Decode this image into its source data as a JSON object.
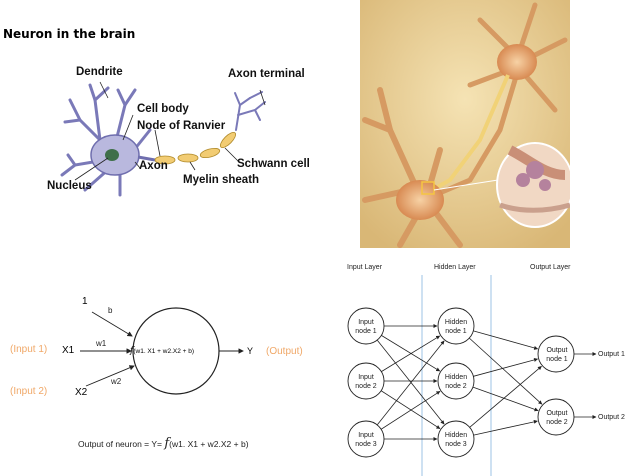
{
  "title": "Neuron in the brain",
  "neuron_labels": {
    "dendrite": "Dendrite",
    "cell_body": "Cell body",
    "node_of_ranvier": "Node of Ranvier",
    "axon_terminal": "Axon terminal",
    "axon": "Axon",
    "schwann_cell": "Schwann cell",
    "nucleus": "Nucleus",
    "myelin_sheath": "Myelin sheath"
  },
  "perceptron": {
    "bias_input": "1",
    "bias_weight": "b",
    "x1": "X1",
    "x2": "X2",
    "w1": "w1",
    "w2": "w2",
    "input1_note": "(Input 1)",
    "input2_note": "(Input 2)",
    "function": "(w1. X1 + w2.X2 + b)",
    "f_symbol": "f",
    "output": "Y",
    "output_note": "(Output)",
    "formula_prefix": "Output of neuron  = Y=",
    "formula_suffix": "(w1. X1 + w2.X2 + b)"
  },
  "network": {
    "layer_titles": [
      "Input Layer",
      "Hidden Layer",
      "Output Layer"
    ],
    "input_nodes": [
      [
        "Input",
        "node 1"
      ],
      [
        "Input",
        "node 2"
      ],
      [
        "Input",
        "node 3"
      ]
    ],
    "hidden_nodes": [
      [
        "Hidden",
        "node 1"
      ],
      [
        "Hidden",
        "node 2"
      ],
      [
        "Hidden",
        "node 3"
      ]
    ],
    "output_nodes": [
      [
        "Output",
        "node 1"
      ],
      [
        "Output",
        "node 2"
      ]
    ],
    "outputs": [
      "Output 1",
      "Output 2"
    ]
  },
  "colors": {
    "neuron_body": "#b9b8de",
    "myelin": "#f2cc73",
    "orange_note": "#f0a868",
    "layer_divider": "#9cc3e6",
    "photo_background": "#e8cf96"
  }
}
